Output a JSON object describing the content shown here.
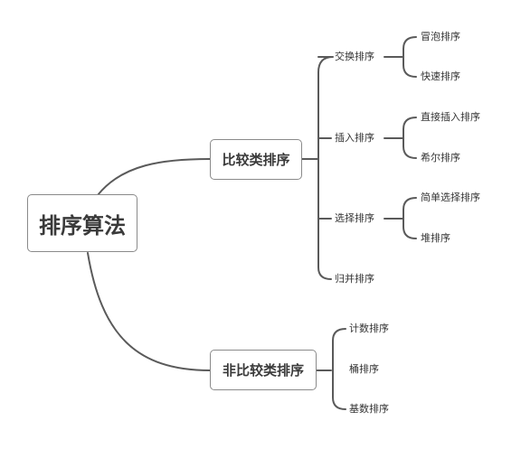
{
  "root": {
    "label": "排序算法"
  },
  "comparison": {
    "label": "比较类排序",
    "children": [
      {
        "label": "交换排序",
        "children": [
          "冒泡排序",
          "快速排序"
        ]
      },
      {
        "label": "插入排序",
        "children": [
          "直接插入排序",
          "希尔排序"
        ]
      },
      {
        "label": "选择排序",
        "children": [
          "简单选择排序",
          "堆排序"
        ]
      },
      {
        "label": "归并排序",
        "children": []
      }
    ]
  },
  "non_comparison": {
    "label": "非比较类排序",
    "children": [
      "计数排序",
      "桶排序",
      "基数排序"
    ]
  },
  "colors": {
    "line": "#5a5a5a",
    "border": "#8a8a8a",
    "text": "#333333"
  }
}
